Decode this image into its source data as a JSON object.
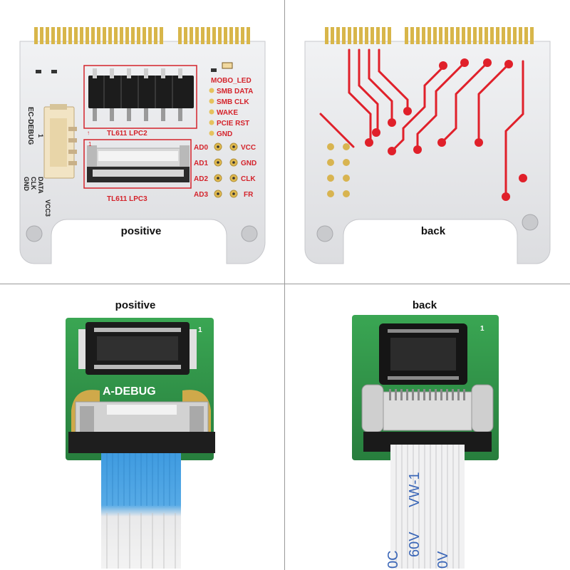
{
  "panels": {
    "top_left": {
      "caption": "positive",
      "board_labels": {
        "side_label": "EC-DEBUG",
        "connector_pins": [
          "GND",
          "CLK",
          "DATA",
          "VCC3"
        ],
        "arrow_mark": "1",
        "header_label": "TL611 LPC2",
        "ffc_label": "TL611 LPC3",
        "ffc_arrow_mark": "1",
        "status_labels": [
          "MOBO_LED",
          "SMB DATA",
          "SMB CLK",
          "WAKE",
          "PCIE RST",
          "GND"
        ],
        "pad_left_labels": [
          "AD0",
          "AD1",
          "AD2",
          "AD3"
        ],
        "pad_right_labels": [
          "VCC",
          "GND",
          "CLK",
          "FR"
        ]
      }
    },
    "top_right": {
      "caption": "back"
    },
    "bottom_left": {
      "caption": "positive",
      "board_label": "A-DEBUG",
      "pin_mark": "1"
    },
    "bottom_right": {
      "caption": "back",
      "pin_mark": "1",
      "cable_text_1": "VW-1",
      "cable_text_2": "60V",
      "cable_text_3": "0V",
      "cable_text_4": "0C"
    }
  },
  "colors": {
    "pcb_white": "#e9eaec",
    "pcb_green": "#2f9a4a",
    "gold": "#d8b64a",
    "trace_red": "#e0202a",
    "silk_red": "#d4232b",
    "flex_blue": "#3f9be0"
  }
}
